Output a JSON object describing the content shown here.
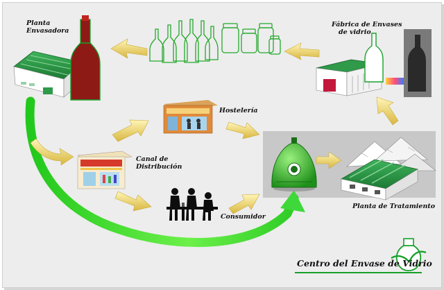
{
  "labels": {
    "planta_envasadora": [
      "Planta",
      "Envasadora"
    ],
    "fabrica": [
      "Fábrica de Envases",
      "de vidrio"
    ],
    "hosteleria": "Hostelería",
    "canal": [
      "Canal de",
      "Distribución"
    ],
    "consumidor": "Consumidor",
    "planta_tratamiento": "Planta de Tratamiento"
  },
  "logo": {
    "text": "Centro del Envase de Vidrio",
    "icon": "glass-jar-logo"
  },
  "icons": [
    "bottling-plant-icon",
    "wine-bottle-icon",
    "empty-glass-containers-icon",
    "glass-factory-icon",
    "furnace-bottle-icon",
    "shop-icon",
    "restaurant-icon",
    "consumers-table-icon",
    "recycling-igloo-icon",
    "treatment-plant-icon",
    "cullet-piles-icon"
  ],
  "colors": {
    "arrow": "#f3df7a",
    "green_arrow": "#3fd83a",
    "building_roof": "#2f9a4a",
    "bottle": "#8e1a16"
  }
}
